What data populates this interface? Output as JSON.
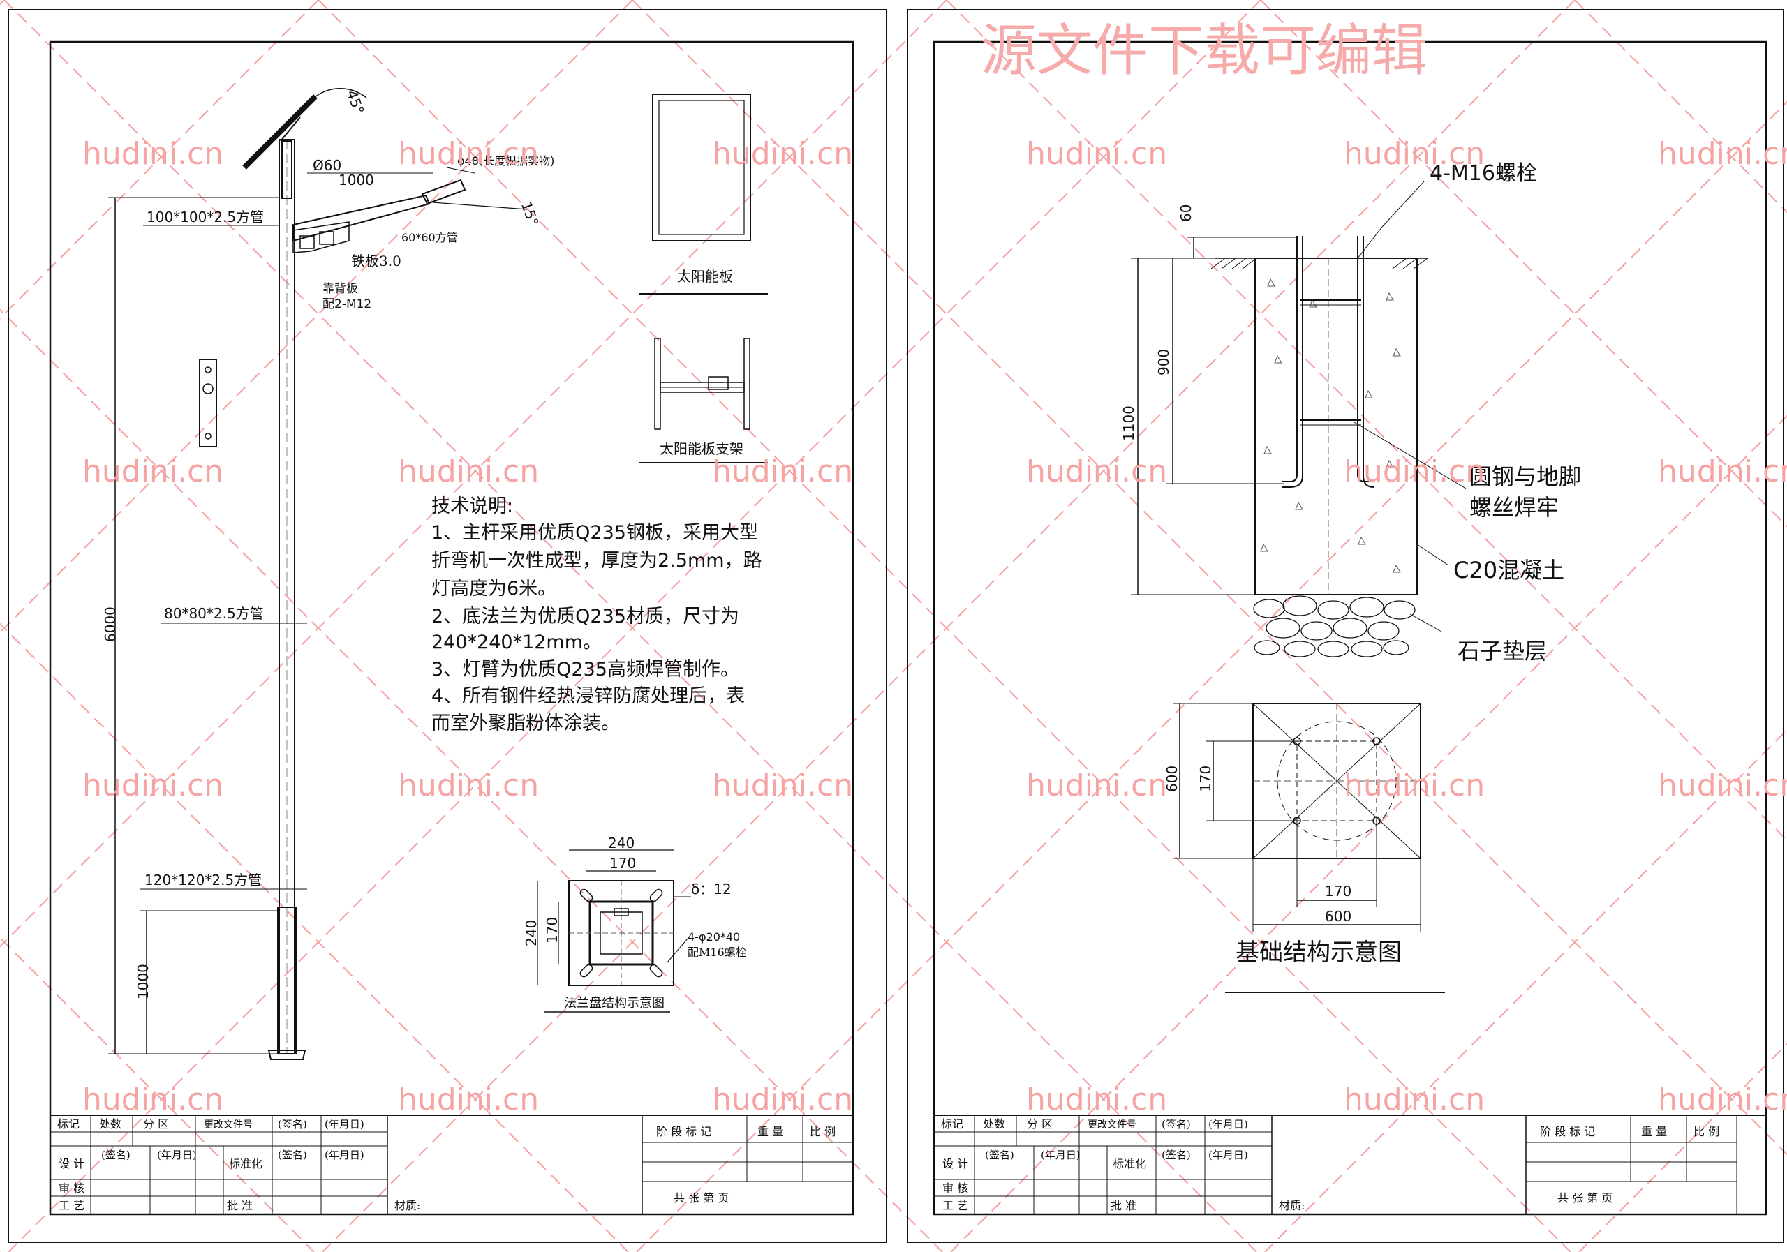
{
  "watermark": {
    "title": "源文件下载可编辑",
    "text": "hudini.cn"
  },
  "left_sheet": {
    "dims": {
      "angle_panel": "45°",
      "pipe_diameter": "Ø60",
      "arm_length": "1000",
      "lamp_note": "φ48(长度根据实物)",
      "arm_angle": "15°",
      "tube_top": "100*100*2.5方管",
      "arm_tube": "60*60方管",
      "iron_plate": "铁板3.0",
      "back_plate": "靠背板",
      "back_plate_bolts": "配2-M12",
      "pole_height": "6000",
      "tube_mid": "80*80*2.5方管",
      "tube_bottom": "120*120*2.5方管",
      "base_height": "1000"
    },
    "panel_caption": "太阳能板",
    "bracket_caption": "太阳能板支架",
    "notes": {
      "heading": "技术说明:",
      "lines": [
        "1、主杆采用优质Q235钢板，采用大型",
        "折弯机一次性成型，厚度为2.5mm，路",
        "灯高度为6米。",
        "2、底法兰为优质Q235材质，尺寸为",
        "240*240*12mm。",
        "3、灯臂为优质Q235高频焊管制作。",
        "4、所有钢件经热浸锌防腐处理后，表",
        "而室外聚脂粉体涂装。"
      ]
    },
    "flange": {
      "outer": "240",
      "inner": "170",
      "outer_v": "240",
      "inner_v": "170",
      "thickness": "δ：12",
      "holes": "4-φ20*40",
      "bolts": "配M16螺栓",
      "caption": "法兰盘结构示意图"
    }
  },
  "right_sheet": {
    "bolts_label": "4-M16螺栓",
    "dims": {
      "top": "60",
      "embed": "900",
      "total": "1100",
      "plan_size": "600",
      "plan_inner": "170",
      "plan_inner_h": "170",
      "plan_width": "600"
    },
    "callouts": {
      "weld_1": "圆钢与地脚",
      "weld_2": "螺丝焊牢",
      "concrete": "C20混凝土",
      "gravel": "石子垫层"
    },
    "caption": "基础结构示意图"
  },
  "title_block": {
    "row1": [
      "标记",
      "处数",
      "分 区",
      "更改文件号",
      "(签名)",
      "(年月日)"
    ],
    "design": "设 计",
    "sign": "(签名)",
    "date": "(年月日)",
    "standard": "标准化",
    "review": "审 核",
    "process": "工 艺",
    "approve": "批 准",
    "material": "材质:",
    "stage": "阶 段 标 记",
    "weight": "重 量",
    "scale": "比 例",
    "sheets": "共   张   第   页"
  }
}
